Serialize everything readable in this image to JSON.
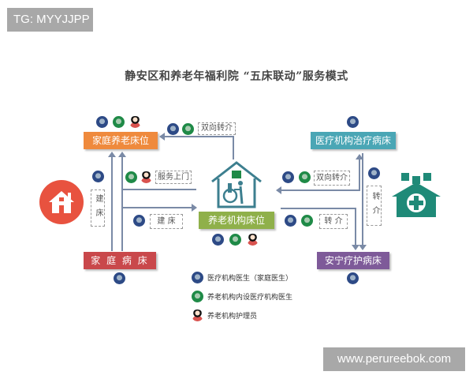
{
  "watermarks": {
    "top_left": "TG: MYYJJPP",
    "bottom_right": "www.perureebok.com"
  },
  "title": "静安区和养老年福利院 “五床联动”服务模式",
  "nodes": {
    "home_bed": {
      "label": "家庭养老床位",
      "color": "#ef8a3d"
    },
    "family_sickbed": {
      "label": "家 庭 病 床",
      "color": "#c9484b"
    },
    "institution_bed": {
      "label": "养老机构床位",
      "color": "#8fb04a"
    },
    "hospital_bed": {
      "label": "医疗机构治疗病床",
      "color": "#4aa6b5"
    },
    "hospice_bed": {
      "label": "安宁疗护病床",
      "color": "#7e5a99"
    }
  },
  "edges": {
    "two_way_referral_top": "双向转介",
    "home_service": "服务上门",
    "build_bed_vertical": "建床",
    "build_bed_horizontal": "建 床",
    "two_way_referral_right": "双向转介",
    "referral_right": "转 介",
    "referral_vertical": "转介"
  },
  "legend": [
    {
      "icon": "doctor",
      "label": "医疗机构医生（家庭医生）"
    },
    {
      "icon": "institution-doctor",
      "label": "养老机构内设医疗机构医生"
    },
    {
      "icon": "nurse",
      "label": "养老机构护理员"
    }
  ],
  "colors": {
    "line": "#7a8aa6",
    "home_icon": "#e8523f",
    "hospital_icon": "#1f8a78",
    "house_icon": "#3d7f8f"
  }
}
